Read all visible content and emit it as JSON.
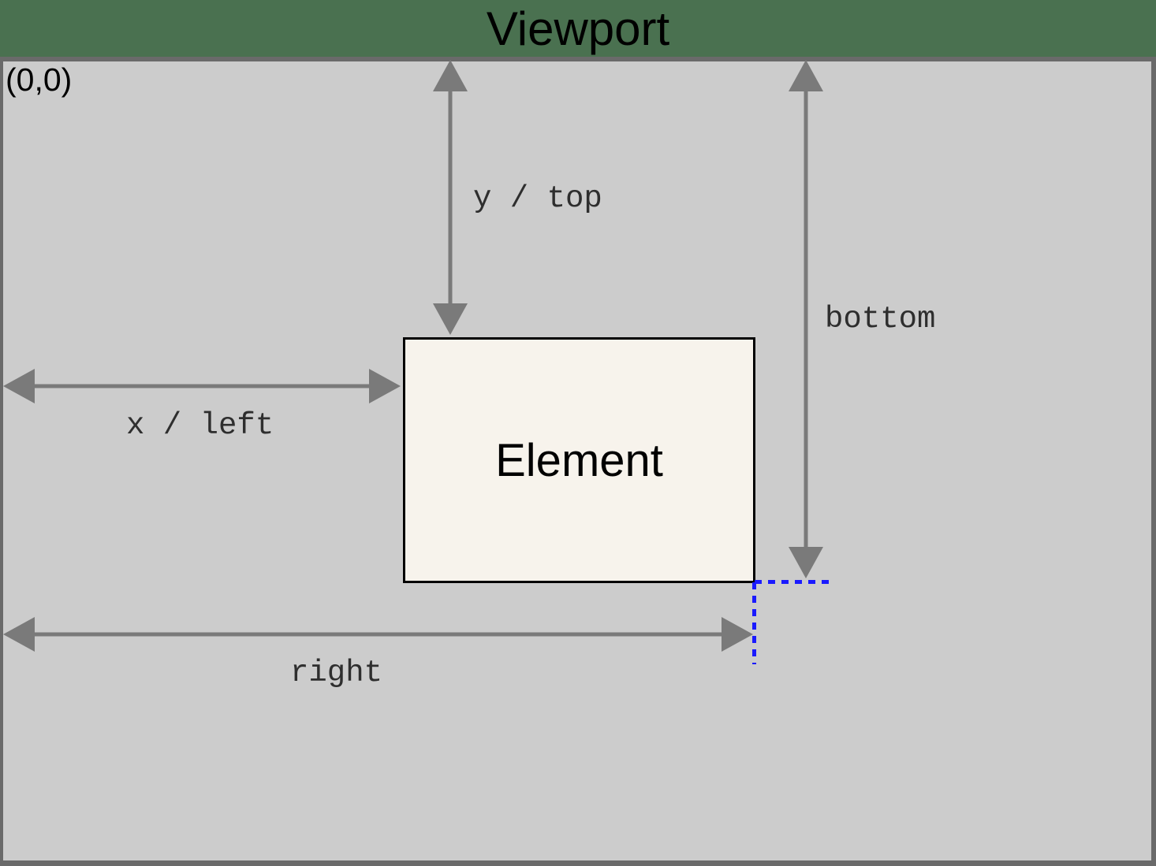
{
  "title": "Viewport",
  "origin_label": "(0,0)",
  "element": {
    "label": "Element"
  },
  "arrows": {
    "y_top": {
      "label": "y / top"
    },
    "x_left": {
      "label": "x / left"
    },
    "bottom": {
      "label": "bottom"
    },
    "right": {
      "label": "right"
    }
  },
  "colors": {
    "header_green": "#4a7150",
    "viewport_fill": "#cccccc",
    "viewport_border": "#6a6a6a",
    "element_fill": "#f7f3ec",
    "element_border": "#000000",
    "arrow_color": "#7a7a7a",
    "guide_blue": "#1a1aff",
    "title_color": "#000000",
    "label_color": "#2e2e2e"
  }
}
